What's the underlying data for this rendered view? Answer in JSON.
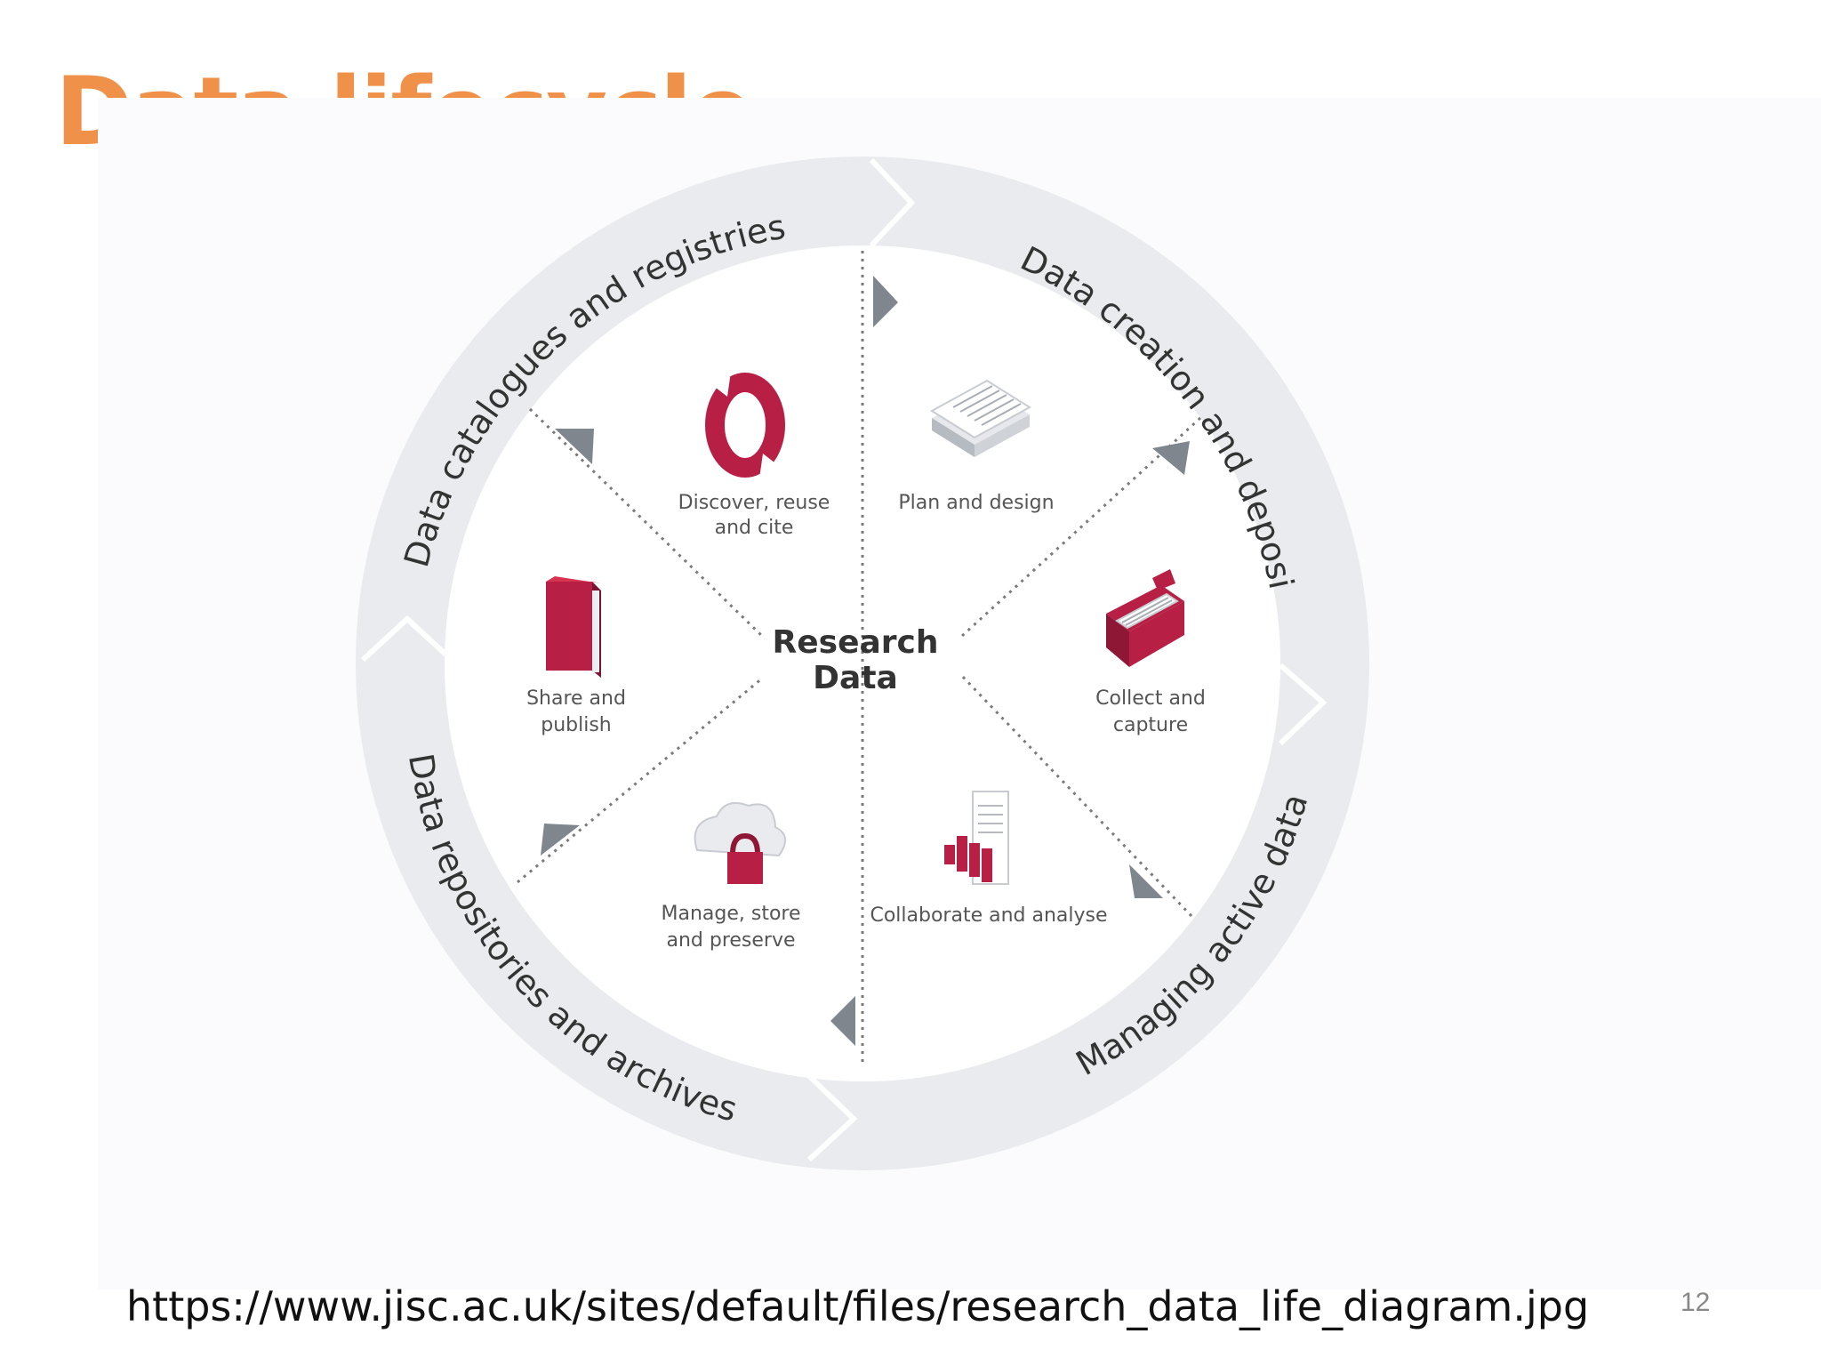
{
  "slide": {
    "title": "Data lifecycle",
    "source_url": "https://www.jisc.ac.uk/sites/default/files/research_data_life_diagram.jpg",
    "page_number": "12"
  },
  "diagram": {
    "center_label_line1": "Research",
    "center_label_line2": "Data",
    "ring_labels": {
      "top_left": "Data catalogues and registries",
      "top_right": "Data creation and deposit",
      "bottom_right": "Managing active data",
      "bottom_left": "Data repositories and archives"
    },
    "stages": [
      {
        "line1": "Plan and design",
        "line2": "",
        "icon": "document-stack-icon"
      },
      {
        "line1": "Collect and",
        "line2": "capture",
        "icon": "briefcase-icon"
      },
      {
        "line1": "Collaborate and analyse",
        "line2": "",
        "icon": "bar-chart-icon"
      },
      {
        "line1": "Manage, store",
        "line2": "and preserve",
        "icon": "cloud-lock-icon"
      },
      {
        "line1": "Share and",
        "line2": "publish",
        "icon": "book-icon"
      },
      {
        "line1": "Discover, reuse",
        "line2": "and cite",
        "icon": "refresh-cycle-icon"
      }
    ],
    "colors": {
      "title": "#f0914a",
      "ring": "#e9ebef",
      "accent": "#b81f45",
      "arrow": "#7f868e",
      "text": "#333333"
    }
  }
}
